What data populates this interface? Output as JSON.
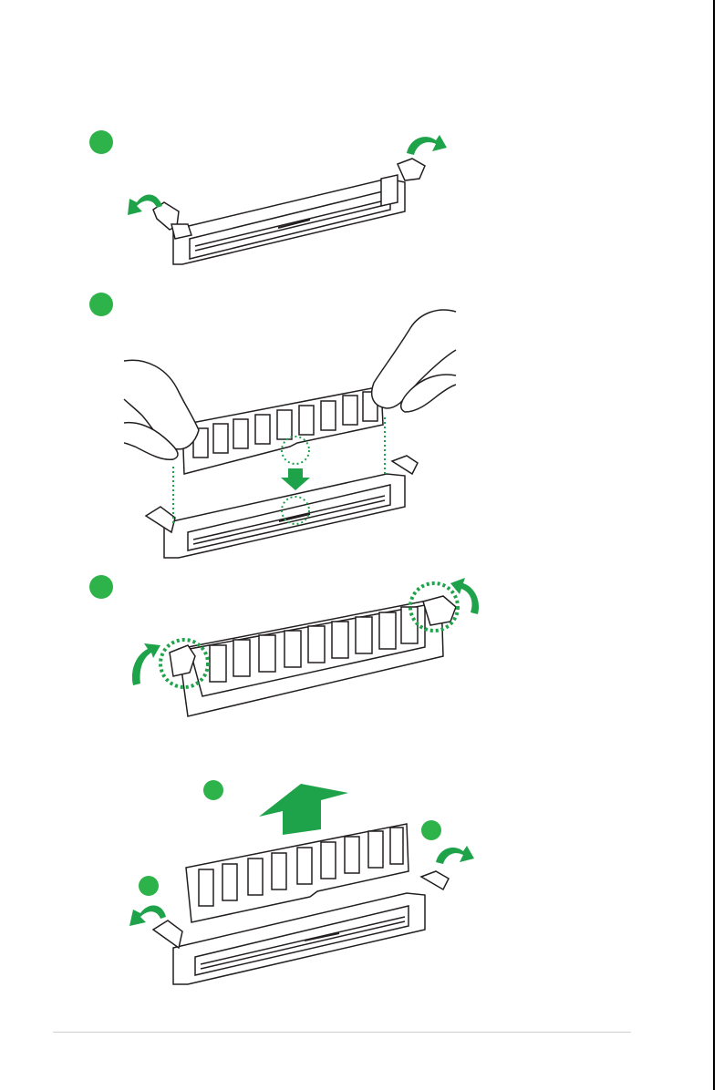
{
  "page": {
    "title": ""
  },
  "steps": [
    {
      "id": "step-1",
      "marker_color": "#2db34a"
    },
    {
      "id": "step-2",
      "marker_color": "#2db34a"
    },
    {
      "id": "step-3",
      "marker_color": "#2db34a"
    },
    {
      "id": "removal",
      "marker_color": "#2db34a"
    }
  ],
  "colors": {
    "accent": "#2db34a",
    "arrow": "#1fa34a",
    "line": "#231f20"
  },
  "icons": [
    "release-arrow-icon",
    "insert-arrow-icon",
    "lock-arrow-icon",
    "remove-arrow-icon"
  ]
}
